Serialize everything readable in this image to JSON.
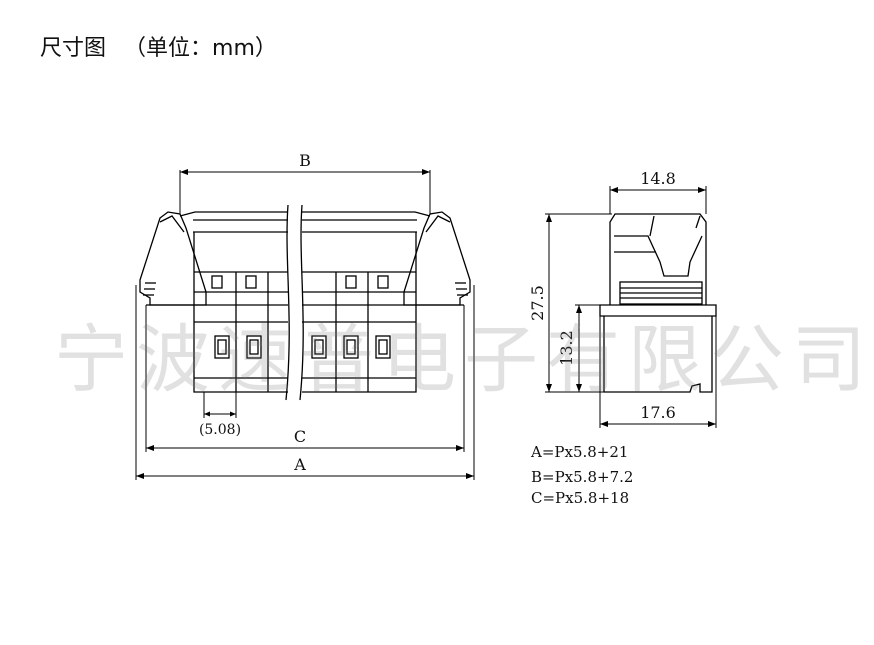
{
  "title": {
    "main": "尺寸图",
    "unit": "（单位：mm）"
  },
  "watermark": "宁波速普电子有限公司",
  "front_view": {
    "dim_B": "B",
    "dim_C": "C",
    "dim_A": "A",
    "pitch": "(5.08)"
  },
  "side_view": {
    "top_width": "14.8",
    "height_total": "27.5",
    "height_lower": "13.2",
    "bottom_width": "17.6"
  },
  "formulas": {
    "a": "A=Px5.8+21",
    "b": "B=Px5.8+7.2",
    "c": "C=Px5.8+18"
  }
}
